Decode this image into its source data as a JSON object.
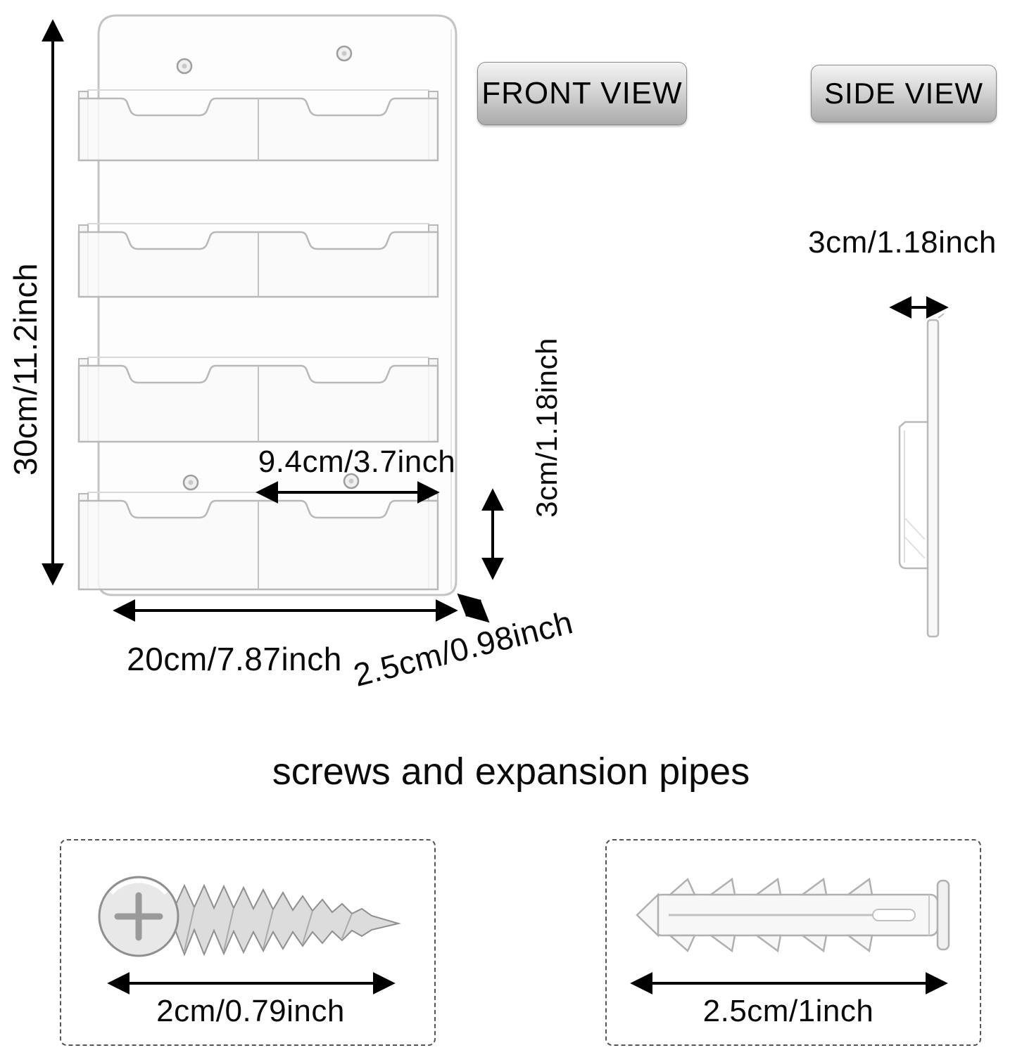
{
  "views": {
    "front": {
      "label": "FRONT VIEW"
    },
    "side": {
      "label": "SIDE VIEW"
    }
  },
  "dimensions": {
    "overall_height": "30cm/11.2inch",
    "overall_width": "20cm/7.87inch",
    "overall_depth": "2.5cm/0.98inch",
    "pocket_width": "9.4cm/3.7inch",
    "pocket_height": "3cm/1.18inch",
    "side_thickness": "3cm/1.18inch",
    "screw_length": "2cm/0.79inch",
    "anchor_length": "2.5cm/1inch"
  },
  "sections": {
    "hardware_title": "screws and expansion pipes"
  },
  "colors": {
    "arrow": "#000000",
    "holder_stroke": "#bcbcbc",
    "badge_border": "#8a8a8a",
    "screw_metal": "#dcdcdc",
    "anchor_plastic": "#f7f7f7"
  }
}
